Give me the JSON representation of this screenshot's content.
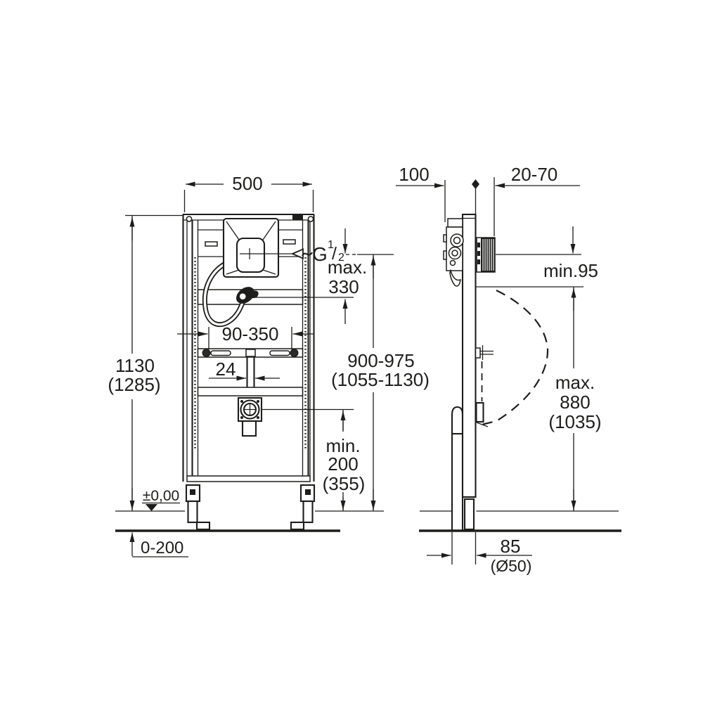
{
  "title": "Installation frame for urinal – dimensional drawing",
  "colors": {
    "line": "#1d1d1b",
    "background": "#ffffff"
  },
  "front": {
    "width": "500",
    "height": "1130",
    "height_alt": "(1285)",
    "g_label": "G",
    "g_sup": "1",
    "g_slash": "/",
    "g_sub": "2",
    "spud_label": "max.",
    "spud_value": "330",
    "rim": "900-975",
    "rim_alt": "(1055-1130)",
    "anchors": "90-350",
    "pipe": "24",
    "drain_label": "min.",
    "drain_value": "200",
    "drain_alt": "(355)",
    "datum": "±0,00",
    "floor_adjust": "0-200"
  },
  "side": {
    "depth": "100",
    "wall": "20-70",
    "inlet_min": "min.95",
    "urinal_label": "max.",
    "urinal_value": "880",
    "urinal_alt": "(1035)",
    "drain_offset": "85",
    "drain_dia": "(Ø50)"
  }
}
